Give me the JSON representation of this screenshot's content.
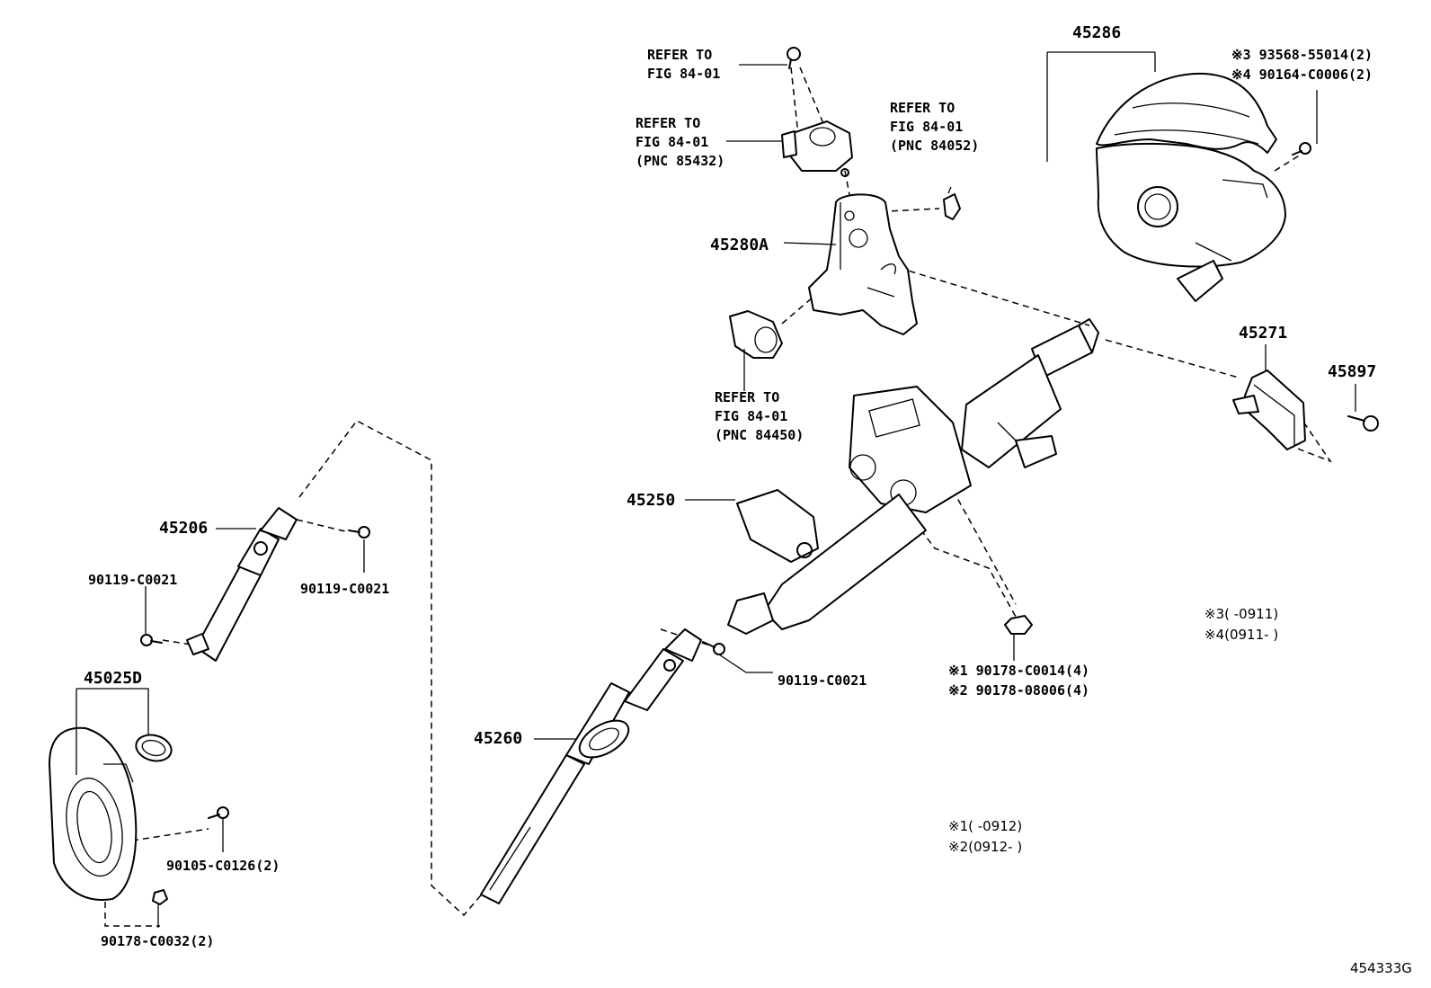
{
  "parts": {
    "p45286": "45286",
    "p45280A": "45280A",
    "p45271": "45271",
    "p45897": "45897",
    "p45250": "45250",
    "p45206": "45206",
    "p45260": "45260",
    "p45025D": "45025D"
  },
  "refs": {
    "ref1": [
      "REFER TO",
      "FIG 84-01"
    ],
    "ref2": [
      "REFER TO",
      "FIG 84-01",
      "(PNC 85432)"
    ],
    "ref3": [
      "REFER TO",
      "FIG 84-01",
      "(PNC 84052)"
    ],
    "ref4": [
      "REFER TO",
      "FIG 84-01",
      "(PNC 84450)"
    ]
  },
  "fasteners": {
    "f3": "※3 93568-55014(2)",
    "f4": "※4 90164-C0006(2)",
    "bolt_left_a": "90119-C0021",
    "bolt_left_b": "90119-C0021",
    "bolt_center": "90119-C0021",
    "nut1": "※1 90178-C0014(4)",
    "nut2": "※2 90178-08006(4)",
    "bolt_boot": "90105-C0126(2)",
    "nut_boot": "90178-C0032(2)"
  },
  "notes": {
    "n3": "※3(    -0911)",
    "n4": "※4(0911-    )",
    "n1": "※1(    -0912)",
    "n2": "※2(0912-    )"
  },
  "figure_id": "454333G"
}
